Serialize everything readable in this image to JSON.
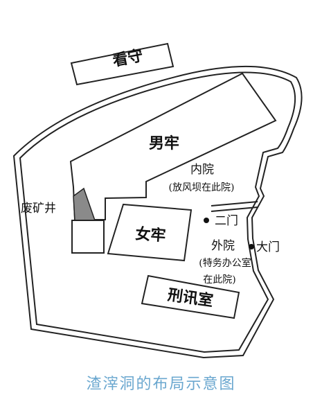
{
  "labels": {
    "guard": "看守",
    "male_prison": "男牢",
    "inner_yard": "内院",
    "inner_yard_note": "(放风坝在此院)",
    "abandoned_mine": "废矿井",
    "female_prison": "女牢",
    "second_gate": "二门",
    "outer_yard": "外院",
    "outer_yard_note_1": "(特务办公室",
    "outer_yard_note_2": "在此院)",
    "main_gate": "大门",
    "interrogation_room": "刑讯室"
  },
  "caption": "渣滓洞的布局示意图",
  "colors": {
    "line": "#222222",
    "caption": "#6aa7cf",
    "mine_fill": "#8a8a8a"
  }
}
